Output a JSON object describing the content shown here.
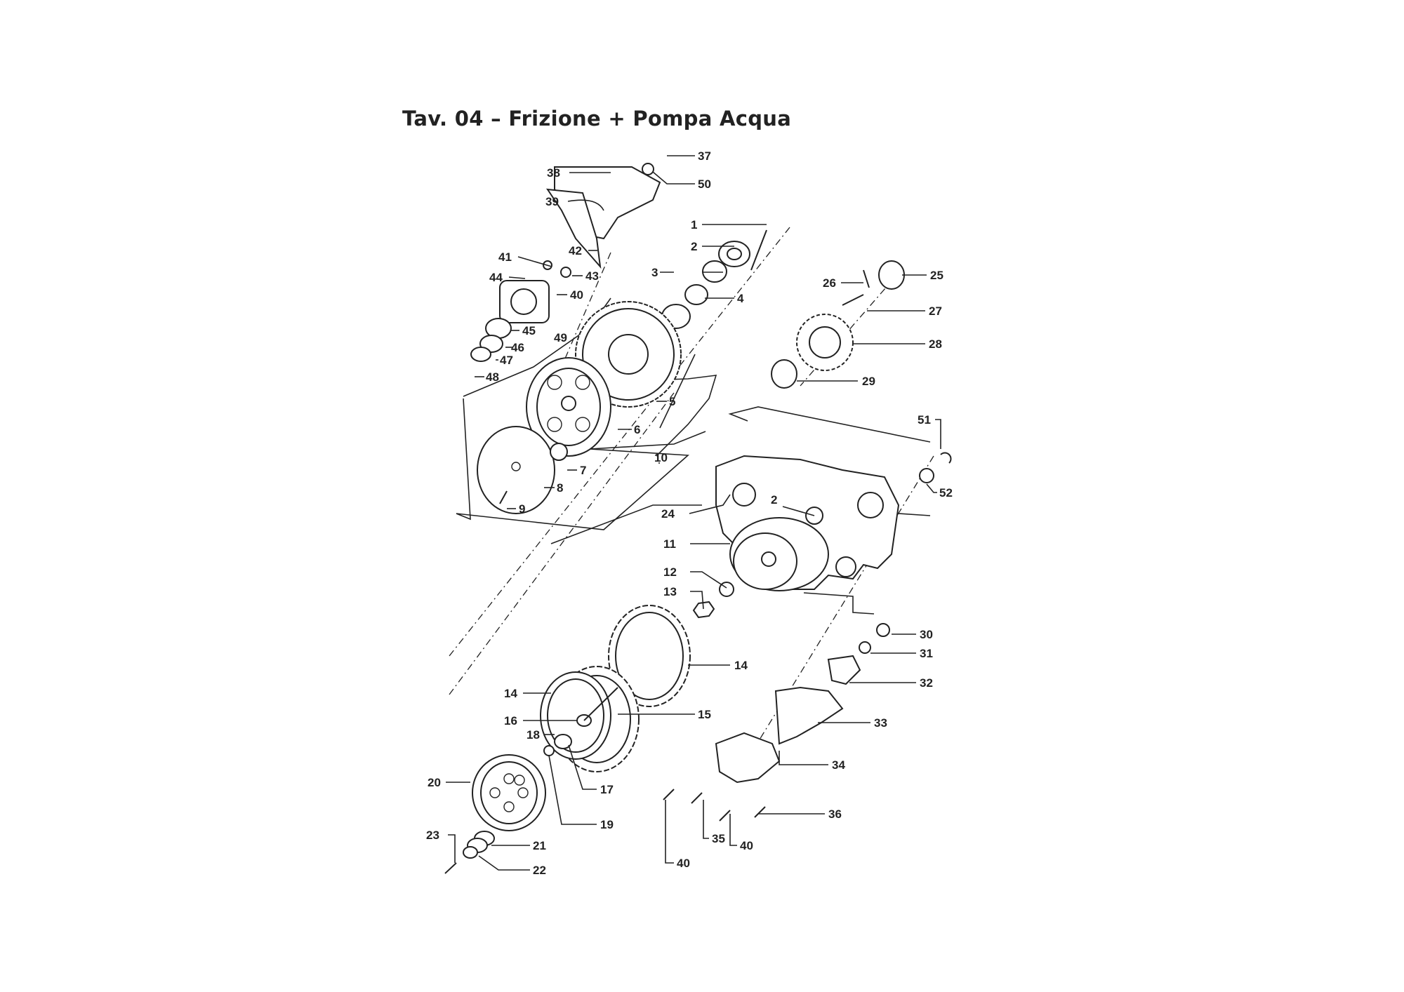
{
  "title": "Tav. 04 – Frizione + Pompa Acqua",
  "callouts": [
    {
      "n": "37"
    },
    {
      "n": "38"
    },
    {
      "n": "50"
    },
    {
      "n": "39"
    },
    {
      "n": "1"
    },
    {
      "n": "2"
    },
    {
      "n": "41"
    },
    {
      "n": "42"
    },
    {
      "n": "44"
    },
    {
      "n": "43"
    },
    {
      "n": "3"
    },
    {
      "n": "40"
    },
    {
      "n": "4"
    },
    {
      "n": "26"
    },
    {
      "n": "25"
    },
    {
      "n": "27"
    },
    {
      "n": "45"
    },
    {
      "n": "49"
    },
    {
      "n": "46"
    },
    {
      "n": "47"
    },
    {
      "n": "48"
    },
    {
      "n": "28"
    },
    {
      "n": "29"
    },
    {
      "n": "5"
    },
    {
      "n": "6"
    },
    {
      "n": "51"
    },
    {
      "n": "7"
    },
    {
      "n": "10"
    },
    {
      "n": "8"
    },
    {
      "n": "52"
    },
    {
      "n": "9"
    },
    {
      "n": "24"
    },
    {
      "n": "2"
    },
    {
      "n": "11"
    },
    {
      "n": "12"
    },
    {
      "n": "13"
    },
    {
      "n": "30"
    },
    {
      "n": "31"
    },
    {
      "n": "14"
    },
    {
      "n": "32"
    },
    {
      "n": "14"
    },
    {
      "n": "15"
    },
    {
      "n": "16"
    },
    {
      "n": "33"
    },
    {
      "n": "18"
    },
    {
      "n": "34"
    },
    {
      "n": "20"
    },
    {
      "n": "17"
    },
    {
      "n": "19"
    },
    {
      "n": "36"
    },
    {
      "n": "35"
    },
    {
      "n": "40"
    },
    {
      "n": "23"
    },
    {
      "n": "21"
    },
    {
      "n": "40"
    },
    {
      "n": "22"
    }
  ]
}
